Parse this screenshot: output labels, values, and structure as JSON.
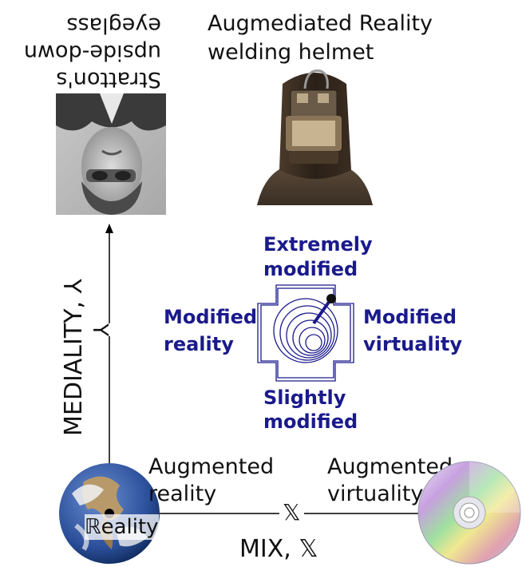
{
  "stratton": {
    "line1": "Stratton's",
    "line2": "upside-down",
    "line3": "eyeglass"
  },
  "helmet": {
    "line1": "Augmediated Reality",
    "line2": "welding helmet"
  },
  "center": {
    "top1": "Extremely",
    "top2": "modified",
    "left1": "Modified",
    "left2": "reality",
    "right1": "Modified",
    "right2": "virtuality",
    "bottom1": "Slightly",
    "bottom2": "modified"
  },
  "axes": {
    "vertical_label": "MEDIALITY, ⅄",
    "vertical_mark": "⅄",
    "horizontal_label": "MIX, 𝕏",
    "horizontal_mark": "𝕏"
  },
  "corners": {
    "augmented_reality1": "Augmented",
    "augmented_reality2": "reality",
    "augmented_virtuality1": "Augmented",
    "augmented_virtuality2": "virtuality",
    "reality": "ℝeality"
  },
  "colors": {
    "accent": "#1a1a8c",
    "axis": "#000000"
  }
}
